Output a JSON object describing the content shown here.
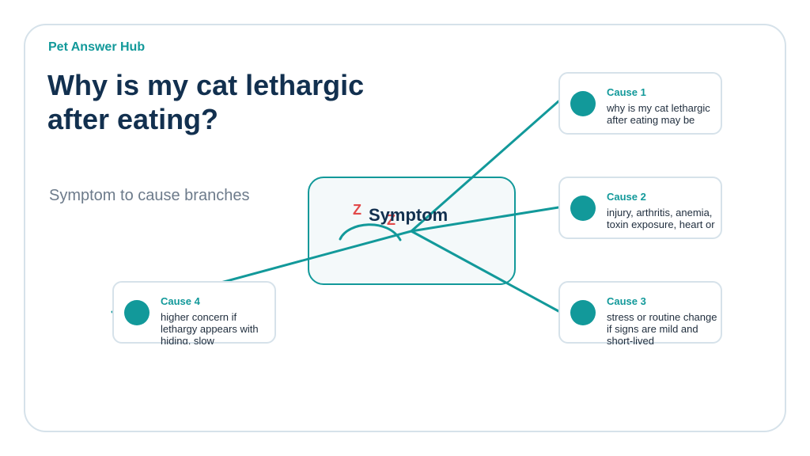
{
  "brand": "Pet Answer Hub",
  "title": "Why is my cat lethargic after eating?",
  "subtitle": "Symptom to cause branches",
  "center": {
    "label": "Symptom",
    "icon": "sleeping-cat-icon",
    "z_letters": [
      "Z",
      "Z"
    ]
  },
  "causes": [
    {
      "title": "Cause 1",
      "text": "why is my cat lethargic after eating may be"
    },
    {
      "title": "Cause 2",
      "text": "injury, arthritis, anemia, toxin exposure, heart or"
    },
    {
      "title": "Cause 3",
      "text": "stress or routine change if signs are mild and short-lived"
    },
    {
      "title": "Cause 4",
      "text": "higher concern if lethargy appears with hiding, slow"
    }
  ],
  "colors": {
    "accent": "#12999a",
    "heading": "#12304f",
    "z_accent": "#e24a4a"
  }
}
